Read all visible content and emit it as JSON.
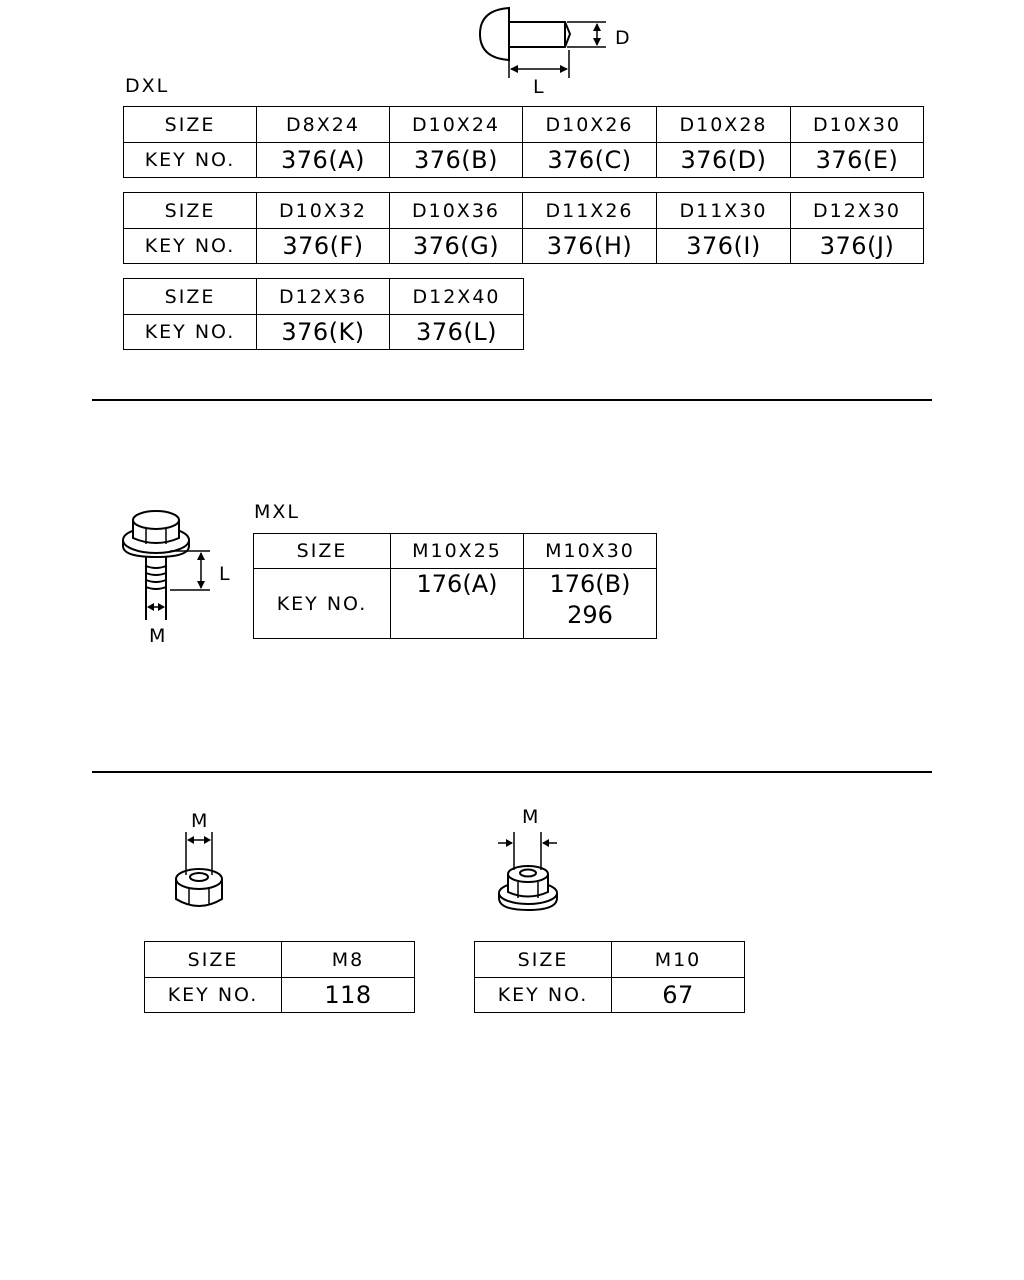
{
  "rivet": {
    "dim_d": "D",
    "dim_l": "L",
    "caption": "DXL",
    "tables": [
      {
        "size_label": "SIZE",
        "key_label": "KEY NO.",
        "sizes": [
          "D8X24",
          "D10X24",
          "D10X26",
          "D10X28",
          "D10X30"
        ],
        "keys": [
          "376(A)",
          "376(B)",
          "376(C)",
          "376(D)",
          "376(E)"
        ]
      },
      {
        "size_label": "SIZE",
        "key_label": "KEY NO.",
        "sizes": [
          "D10X32",
          "D10X36",
          "D11X26",
          "D11X30",
          "D12X30"
        ],
        "keys": [
          "376(F)",
          "376(G)",
          "376(H)",
          "376(I)",
          "376(J)"
        ]
      },
      {
        "size_label": "SIZE",
        "key_label": "KEY NO.",
        "sizes": [
          "D12X36",
          "D12X40"
        ],
        "keys": [
          "376(K)",
          "376(L)"
        ]
      }
    ]
  },
  "bolt": {
    "dim_l": "L",
    "dim_m": "M",
    "caption": "MXL",
    "table": {
      "size_label": "SIZE",
      "key_label": "KEY NO.",
      "sizes": [
        "M10X25",
        "M10X30"
      ],
      "keys": [
        [
          "176(A)"
        ],
        [
          "176(B)",
          "296"
        ]
      ]
    }
  },
  "nuts": [
    {
      "dim_m": "M",
      "size_label": "SIZE",
      "key_label": "KEY NO.",
      "size": "M8",
      "key": "118"
    },
    {
      "dim_m": "M",
      "size_label": "SIZE",
      "key_label": "KEY NO.",
      "size": "M10",
      "key": "67"
    }
  ]
}
